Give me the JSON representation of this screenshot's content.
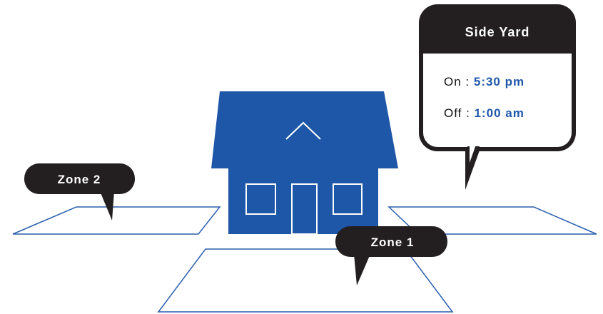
{
  "zones": {
    "zone1": {
      "label": "Zone 1"
    },
    "zone2": {
      "label": "Zone 2"
    }
  },
  "schedule_card": {
    "title": "Side Yard",
    "on_label": "On :",
    "on_time": "5:30 pm",
    "off_label": "Off :",
    "off_time": "1:00 am"
  },
  "colors": {
    "house_blue": "#1f57a8",
    "outline_blue": "#2a5fae",
    "callout_dark": "#231f20",
    "time_blue": "#1f57a8"
  }
}
